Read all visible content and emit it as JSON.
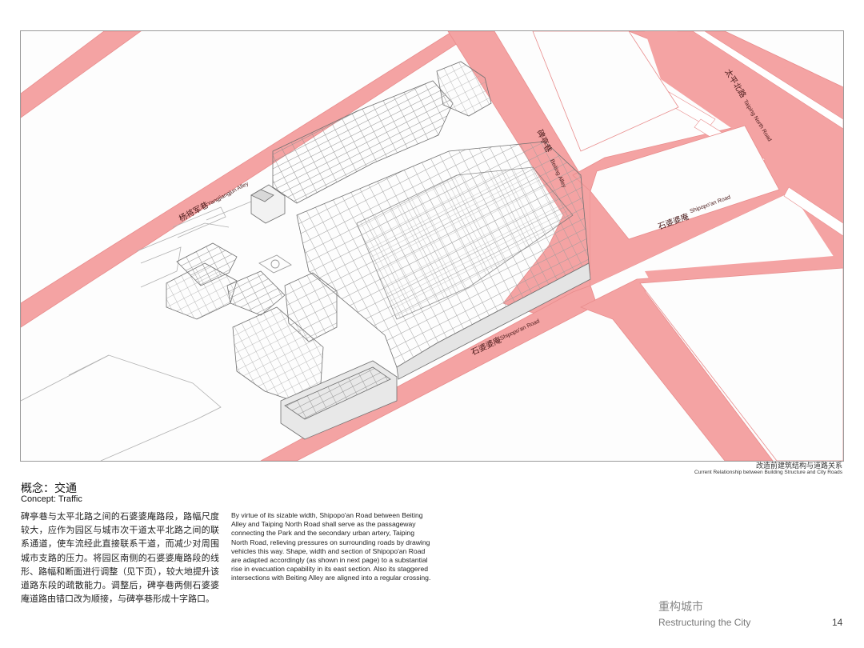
{
  "map": {
    "labels": {
      "yangjiajiang_cn": "杨将军巷",
      "yangjiajiang_en": "Yangjiangjun Alley",
      "beiting_cn": "碑亭巷",
      "beiting_en": "Beiting Alley",
      "taiping_cn": "太平北路",
      "taiping_en": "Taiping North Road",
      "shipopoan_east_cn": "石婆婆庵",
      "shipopoan_east_en": "Shipopo'an Road",
      "shipopoan_south_cn": "石婆婆庵",
      "shipopoan_south_en": "Shipopo'an Road"
    },
    "colors": {
      "road": "#f4a3a3",
      "road_edge": "#e88c8c",
      "structure": "#8a8a8a",
      "background": "#fdfdfd"
    }
  },
  "caption": {
    "cn": "改造前建筑结构与道路关系",
    "en": "Current Relationship between Building Structure and City Roads"
  },
  "concept": {
    "title_cn": "概念：交通",
    "title_en": "Concept: Traffic"
  },
  "body": {
    "cn": "碑亭巷与太平北路之间的石婆婆庵路段，路幅尺度较大，应作为园区与城市次干道太平北路之间的联系通道，使车流经此直接联系干道，而减少对周围城市支路的压力。将园区南侧的石婆婆庵路段的线形、路幅和断面进行调整（见下页），较大地提升该道路东段的疏散能力。调整后，碑亭巷两侧石婆婆庵道路由错口改为顺接，与碑亭巷形成十字路口。",
    "en": "By virtue of its sizable width, Shipopo'an Road between Beiting Alley and Taiping North Road shall serve as the passageway connecting the Park and the secondary urban artery, Taiping North Road, relieving pressures on surrounding roads by drawing vehicles this way. Shape, width and section of Shipopo'an Road are adapted accordingly (as shown in  next page) to a substantial rise in evacuation capability in its east section. Also its staggered intersections with Beiting Alley are aligned into a regular crossing."
  },
  "footer": {
    "section_cn": "重构城市",
    "section_en": "Restructuring the  City",
    "page_number": "14"
  }
}
